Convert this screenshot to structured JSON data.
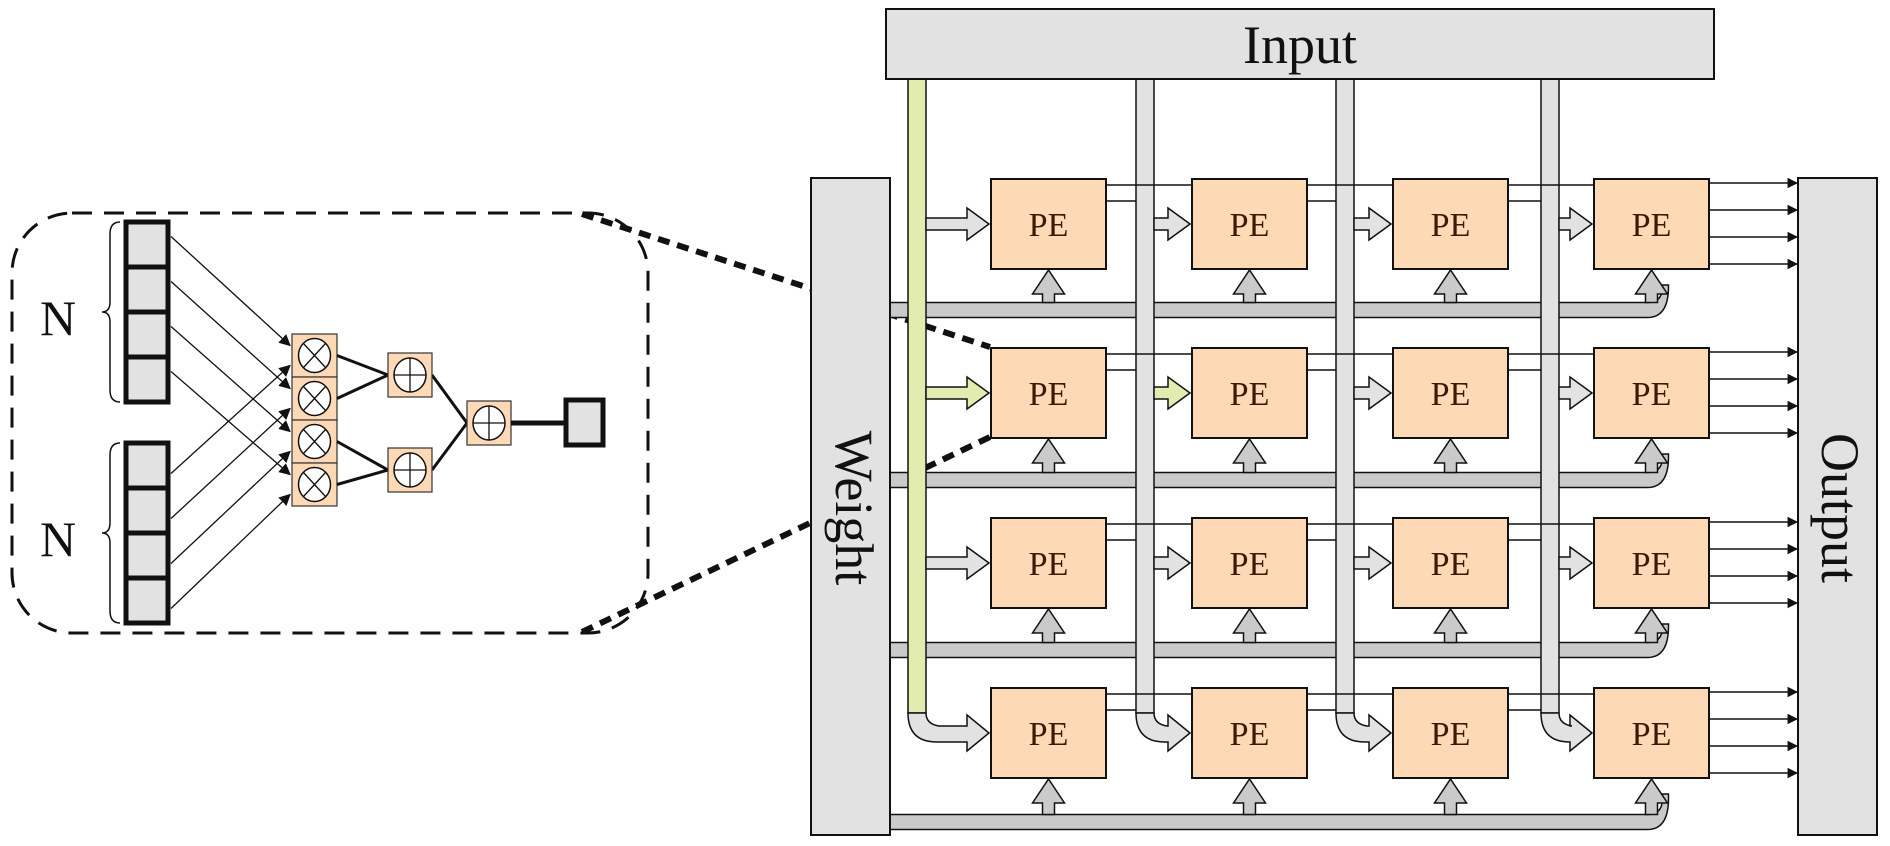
{
  "diagram": {
    "title": "Systolic array of processing elements with PE internal detail",
    "input_label": "Input",
    "weight_label": "Weight",
    "output_label": "Output",
    "pe_label": "PE",
    "grid": {
      "rows": 4,
      "cols": 4
    },
    "outputs_per_pe": 4,
    "colors": {
      "pe_fill": "#fdd9b5",
      "buffer_fill": "#e2e2e2",
      "bus_fill": "#cacaca",
      "input_bus_highlight": "#e3ecb0",
      "stroke": "#111111"
    },
    "pe_detail": {
      "vector_label_top": "N",
      "vector_label_bottom": "N",
      "vector_length": 4,
      "multipliers": 4,
      "multiplier_symbol": "⊗",
      "adders_level1": 2,
      "adder_symbol": "⊕",
      "adders_level2": 1,
      "output_register": 1
    }
  }
}
